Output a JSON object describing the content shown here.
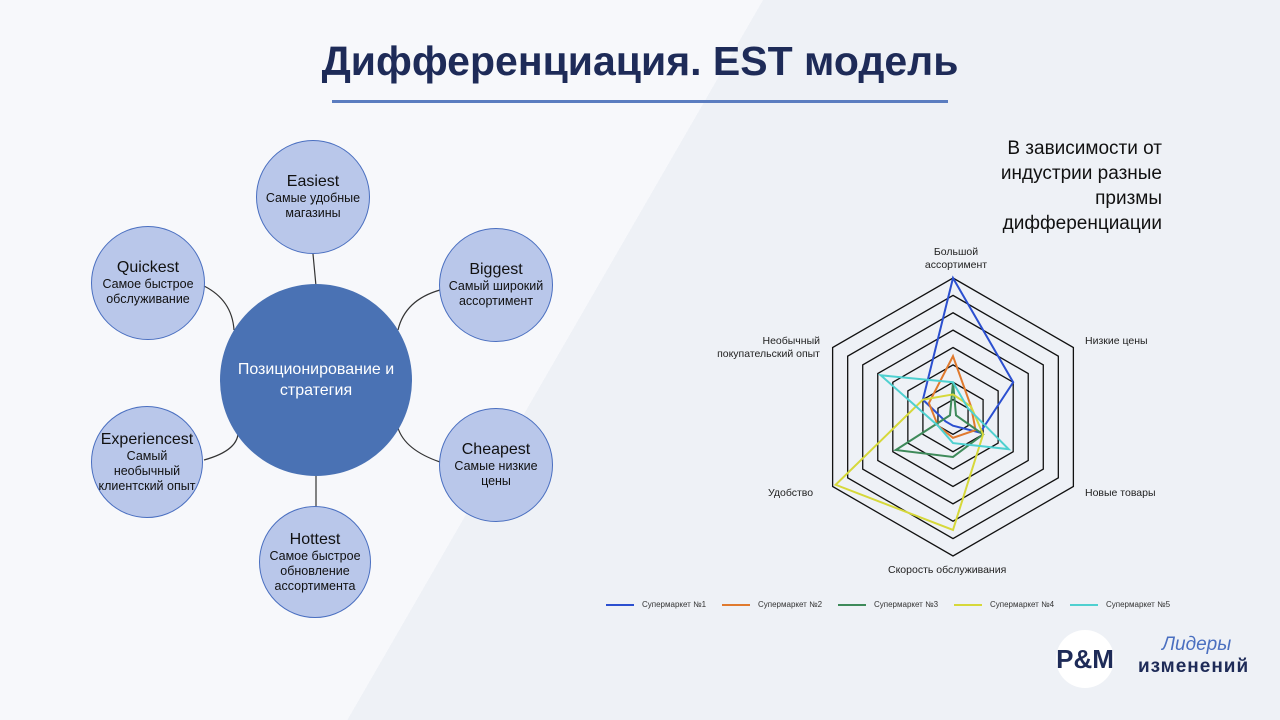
{
  "title": "Дифференциация. EST модель",
  "center": "Позиционирование и стратегия",
  "nodes": [
    {
      "h": "Easiest",
      "s": "Самые удобные магазины"
    },
    {
      "h": "Biggest",
      "s": "Самый широкий ассортимент"
    },
    {
      "h": "Cheapest",
      "s": "Самые низкие цены"
    },
    {
      "h": "Hottest",
      "s": "Самое быстрое обновление ассортимента"
    },
    {
      "h": "Experiencest",
      "s": "Самый необычный клиентский опыт"
    },
    {
      "h": "Quickest",
      "s": "Самое быстрое обслуживание"
    }
  ],
  "note": "В зависимости от индустрии разные призмы дифференциации",
  "chart_data": {
    "type": "radar",
    "axes": [
      "Большой ассортимент",
      "Низкие цены",
      "Новые товары",
      "Скорость обслуживания",
      "Удобство",
      "Необычный покупательский опыт"
    ],
    "max": 8,
    "series": [
      {
        "name": "Супермаркет №1",
        "color": "#2b4fd0",
        "values": [
          8,
          4,
          1.8,
          0.5,
          0.5,
          2
        ]
      },
      {
        "name": "Супермаркет №2",
        "color": "#e07a2e",
        "values": [
          3.5,
          1.2,
          1.5,
          1.2,
          1,
          1.6
        ]
      },
      {
        "name": "Супермаркет №3",
        "color": "#3e8a5a",
        "values": [
          2,
          0.2,
          2,
          2.3,
          3.8,
          0.2
        ]
      },
      {
        "name": "Супермаркет №4",
        "color": "#d6d83a",
        "values": [
          1.3,
          1.2,
          2,
          6.5,
          7.8,
          2
        ]
      },
      {
        "name": "Супермаркет №5",
        "color": "#4fd0d0",
        "values": [
          2,
          1,
          3.7,
          1.5,
          1,
          4.8
        ]
      }
    ]
  },
  "logos": {
    "pm": "P&M",
    "lid1": "Лидеры",
    "lid2": "изменений"
  }
}
